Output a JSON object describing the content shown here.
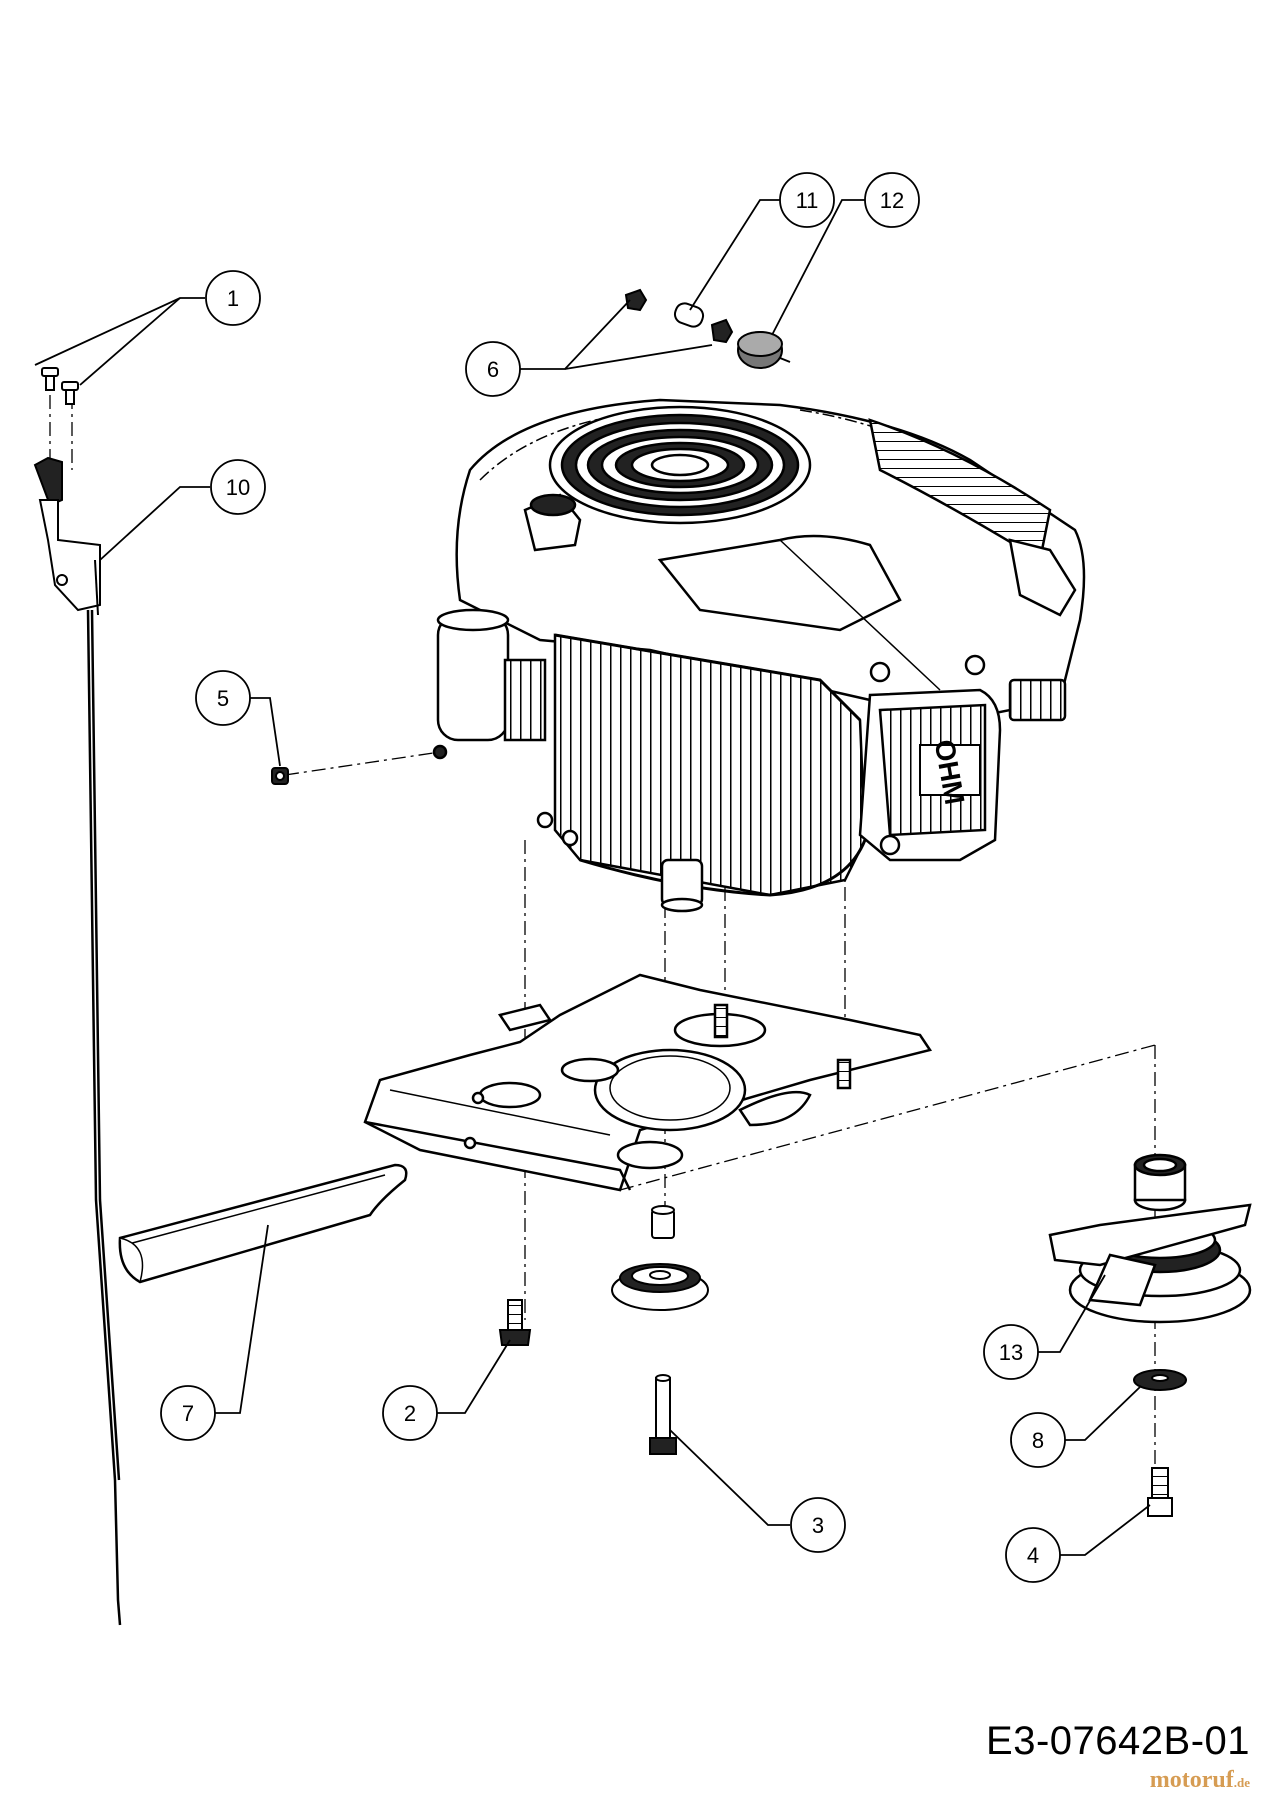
{
  "drawing_code": "E3-07642B-01",
  "watermark": {
    "brand": "motoruf",
    "tld": ".de"
  },
  "callouts": [
    {
      "id": "callout-1",
      "label": "1"
    },
    {
      "id": "callout-2",
      "label": "2"
    },
    {
      "id": "callout-3",
      "label": "3"
    },
    {
      "id": "callout-4",
      "label": "4"
    },
    {
      "id": "callout-5",
      "label": "5"
    },
    {
      "id": "callout-6",
      "label": "6"
    },
    {
      "id": "callout-7",
      "label": "7"
    },
    {
      "id": "callout-8",
      "label": "8"
    },
    {
      "id": "callout-10",
      "label": "10"
    },
    {
      "id": "callout-11",
      "label": "11"
    },
    {
      "id": "callout-12",
      "label": "12"
    },
    {
      "id": "callout-13",
      "label": "13"
    }
  ],
  "engine_head_text": "OHM"
}
